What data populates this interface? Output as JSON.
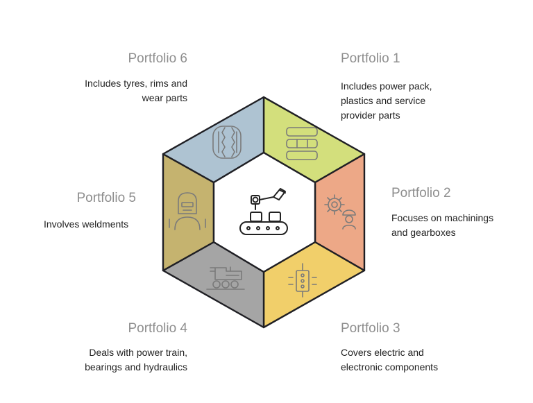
{
  "colors": {
    "outline": "#1f1f24",
    "icon_stroke": "#7a7a7a",
    "center_fill": "#ffffff",
    "center_icon": "#222222"
  },
  "segments": [
    {
      "id": "portfolio-1",
      "title": "Portfolio 1",
      "description": [
        "Includes power pack,",
        "plastics and service",
        "provider parts"
      ],
      "color": "#d3df7c",
      "icon": "container-stack-icon"
    },
    {
      "id": "portfolio-2",
      "title": "Portfolio 2",
      "description": [
        "Focuses on machinings",
        "and gearboxes"
      ],
      "color": "#eda887",
      "icon": "gear-worker-icon"
    },
    {
      "id": "portfolio-3",
      "title": "Portfolio 3",
      "description": [
        "Covers electric and",
        "electronic components"
      ],
      "color": "#f1cf6a",
      "icon": "electronic-component-icon"
    },
    {
      "id": "portfolio-4",
      "title": "Portfolio 4",
      "description": [
        "Deals with power train,",
        "bearings and hydraulics"
      ],
      "color": "#a5a5a5",
      "icon": "locomotive-icon"
    },
    {
      "id": "portfolio-5",
      "title": "Portfolio 5",
      "description": [
        "Involves weldments"
      ],
      "color": "#c5b36f",
      "icon": "welder-icon"
    },
    {
      "id": "portfolio-6",
      "title": "Portfolio 6",
      "description": [
        "Includes tyres, rims and",
        "wear parts"
      ],
      "color": "#aec3d2",
      "icon": "tyre-icon"
    }
  ],
  "center": {
    "icon": "robotic-assembly-line-icon"
  }
}
